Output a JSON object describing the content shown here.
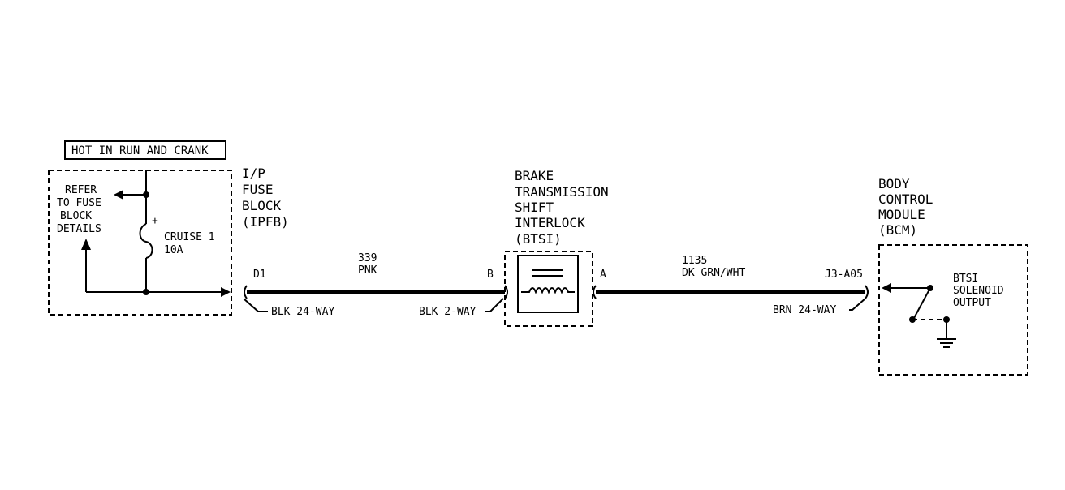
{
  "power": {
    "label": "HOT IN RUN AND CRANK"
  },
  "fuse_block": {
    "name_lines": [
      "I/P",
      "FUSE",
      "BLOCK",
      "(IPFB)"
    ],
    "refer_lines": [
      "REFER",
      "TO FUSE",
      "BLOCK",
      "DETAILS"
    ],
    "fuse_name": "CRUISE 1",
    "fuse_rating": "10A"
  },
  "btsi": {
    "name_lines": [
      "BRAKE",
      "TRANSMISSION",
      "SHIFT",
      "INTERLOCK",
      "(BTSI)"
    ]
  },
  "bcm": {
    "name_lines": [
      "BODY",
      "CONTROL",
      "MODULE",
      "(BCM)"
    ],
    "output_lines": [
      "BTSI",
      "SOLENOID",
      "OUTPUT"
    ]
  },
  "circuits": [
    {
      "number": "339",
      "color": "PNK",
      "from_pin": "D1",
      "to_pin": "B"
    },
    {
      "number": "1135",
      "color": "DK GRN/WHT",
      "from_pin": "A",
      "to_pin": "J3-A05"
    }
  ],
  "connectors": [
    {
      "label": "BLK 24-WAY"
    },
    {
      "label": "BLK 2-WAY"
    },
    {
      "label": "BRN 24-WAY"
    }
  ]
}
